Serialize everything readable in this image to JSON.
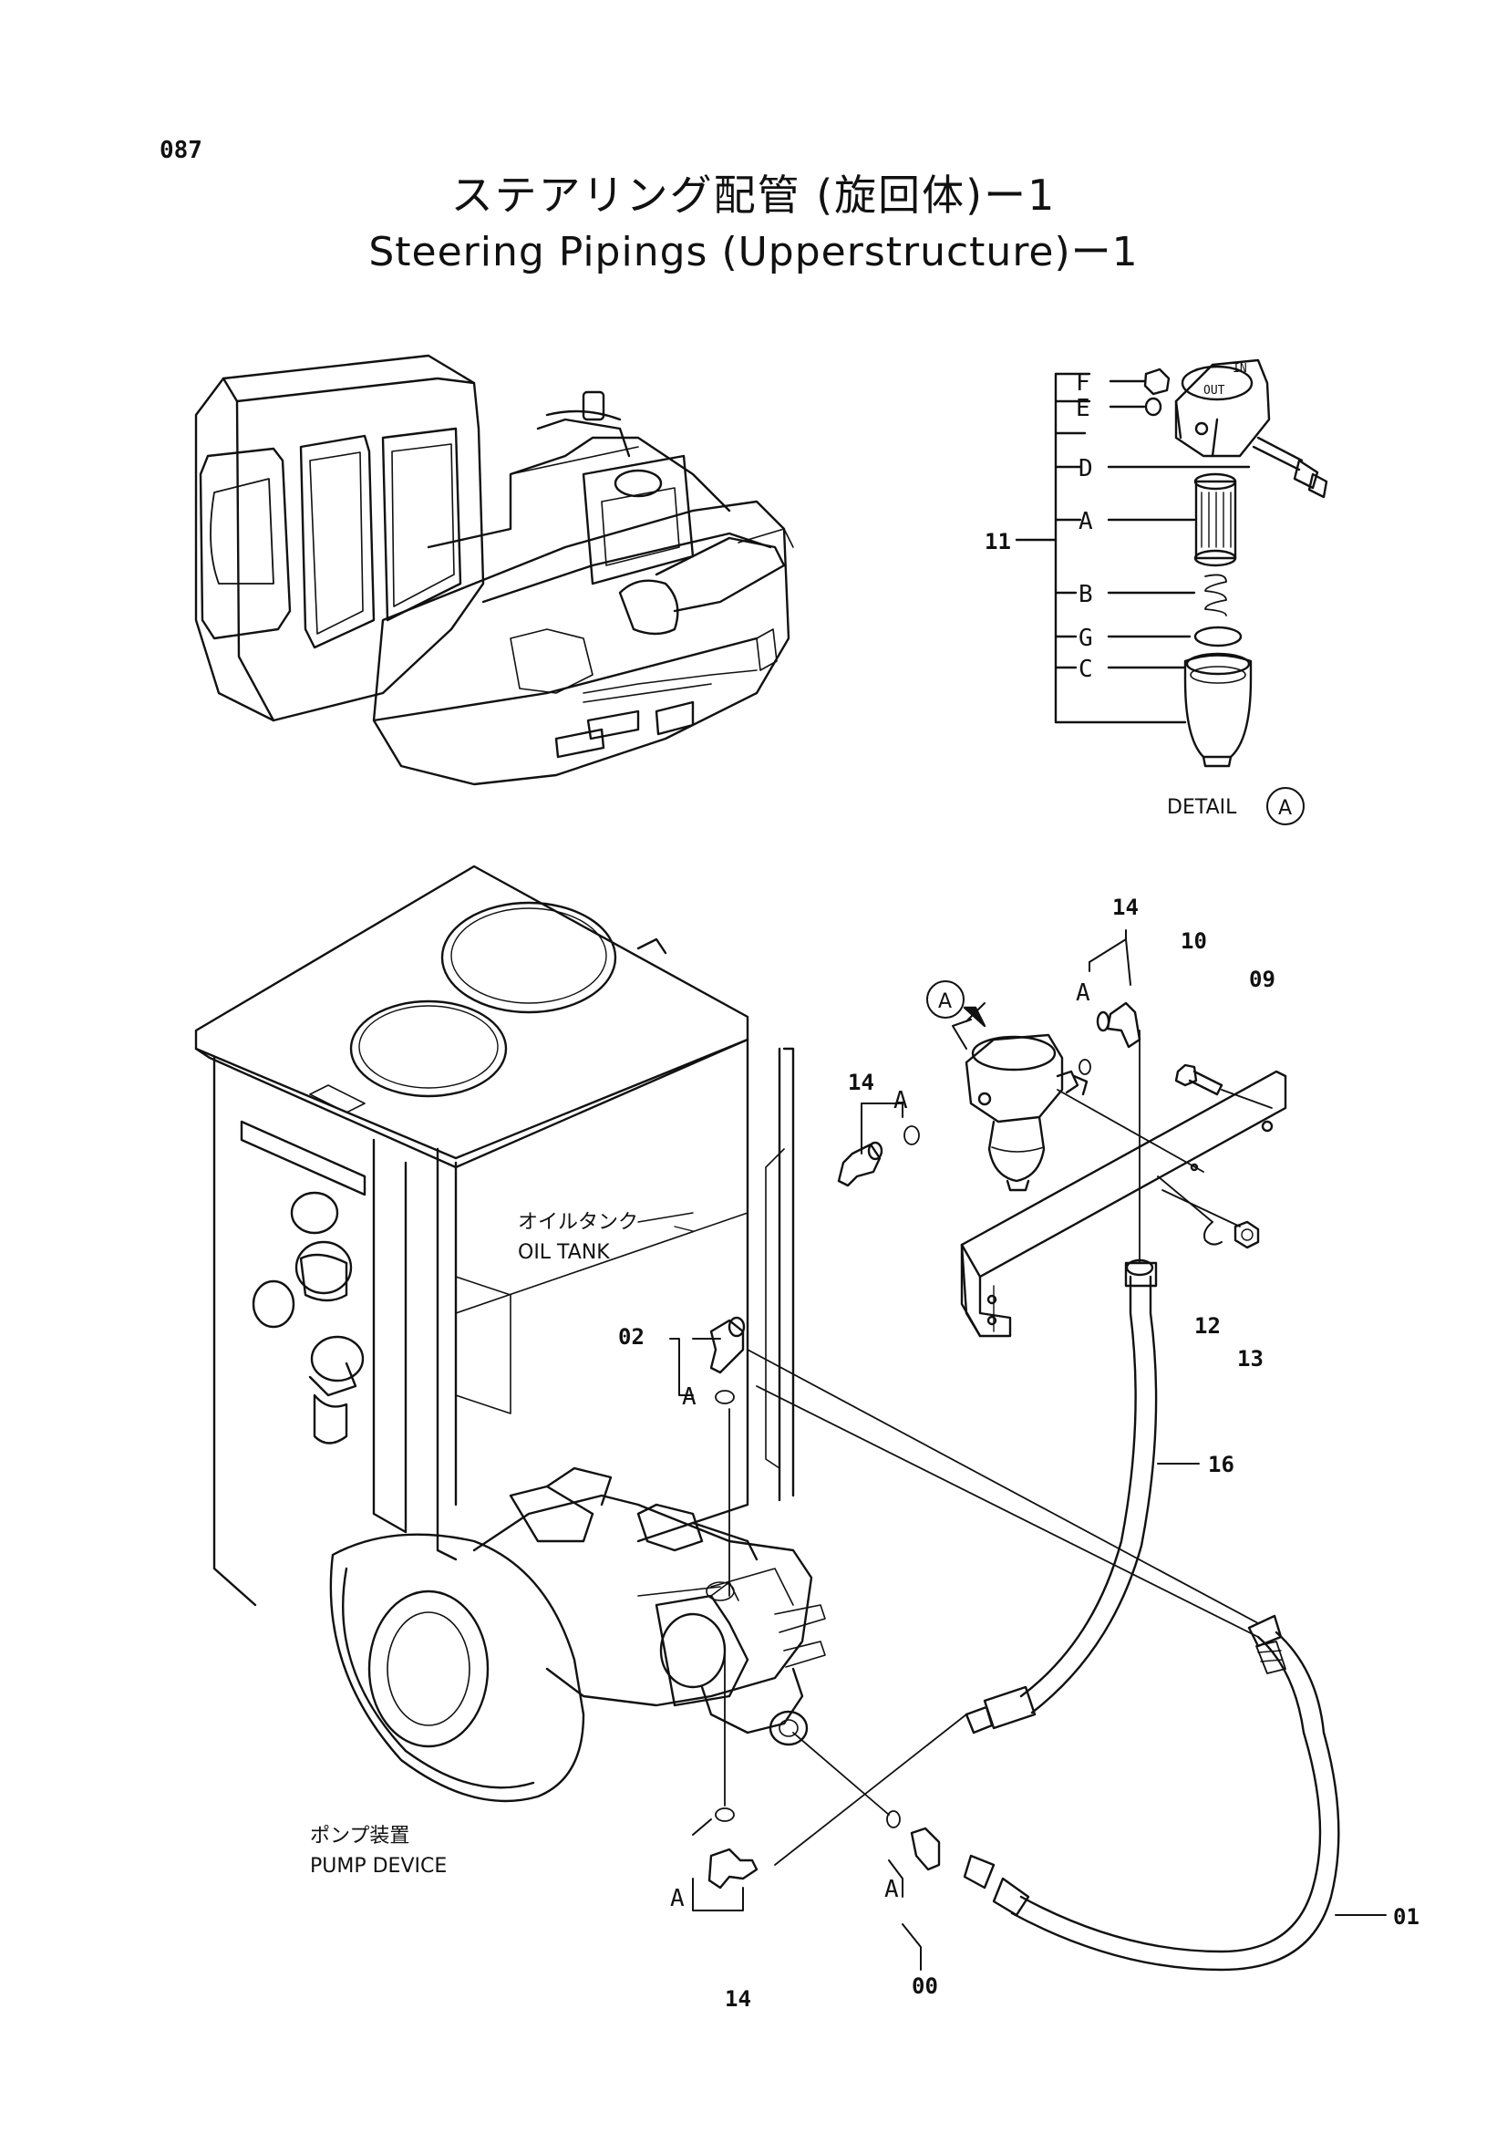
{
  "page_number": "087",
  "title_jp": "ステアリング配管 (旋回体)ー1",
  "title_en": "Steering Pipings (Upperstructure)ー1",
  "detail": {
    "label": "DETAIL",
    "marker": "A"
  },
  "detail_callouts": [
    "F",
    "E",
    "D",
    "A",
    "B",
    "G",
    "C"
  ],
  "detail_group_ref": "11",
  "filter_ports": {
    "out": "OUT",
    "in": "IN"
  },
  "components": {
    "oil_tank_jp": "オイルタンク",
    "oil_tank_en": "OIL TANK",
    "pump_jp": "ポンプ装置",
    "pump_en": "PUMP DEVICE"
  },
  "part_refs": {
    "r00": "00",
    "r01": "01",
    "r02": "02",
    "r09": "09",
    "r10": "10",
    "r12": "12",
    "r13": "13",
    "r14a": "14",
    "r14b": "14",
    "r14c": "14",
    "r16": "16"
  },
  "sub_refs": {
    "a1": "A",
    "a2": "A",
    "a3": "A",
    "a4": "A",
    "a5": "A"
  },
  "marker_A": "A"
}
